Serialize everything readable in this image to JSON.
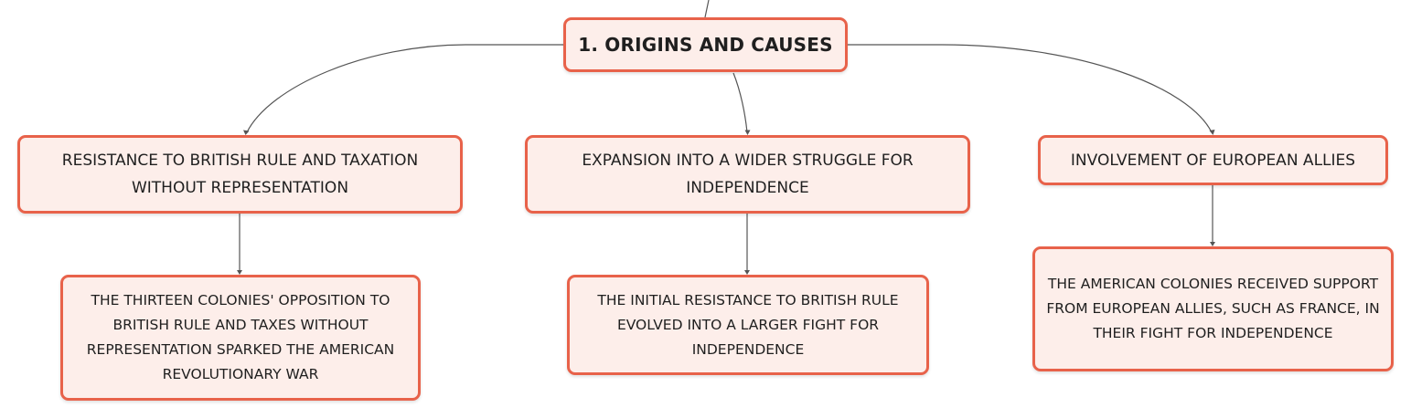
{
  "diagram": {
    "root": {
      "label": "1. ORIGINS AND CAUSES"
    },
    "branches": [
      {
        "label": "RESISTANCE TO BRITISH RULE AND TAXATION WITHOUT REPRESENTATION",
        "detail": "THE THIRTEEN COLONIES' OPPOSITION TO BRITISH RULE AND TAXES WITHOUT REPRESENTATION SPARKED THE AMERICAN REVOLUTIONARY WAR"
      },
      {
        "label": "EXPANSION INTO A WIDER STRUGGLE FOR INDEPENDENCE",
        "detail": "THE INITIAL RESISTANCE TO BRITISH RULE EVOLVED INTO A LARGER FIGHT FOR INDEPENDENCE"
      },
      {
        "label": "INVOLVEMENT OF EUROPEAN ALLIES",
        "detail": "THE AMERICAN COLONIES RECEIVED SUPPORT FROM EUROPEAN ALLIES, SUCH AS FRANCE, IN THEIR FIGHT FOR INDEPENDENCE"
      }
    ]
  },
  "colors": {
    "node_border": "#e8624a",
    "node_fill": "#fdeeea",
    "connector": "#555555",
    "text": "#1f1f1f"
  }
}
